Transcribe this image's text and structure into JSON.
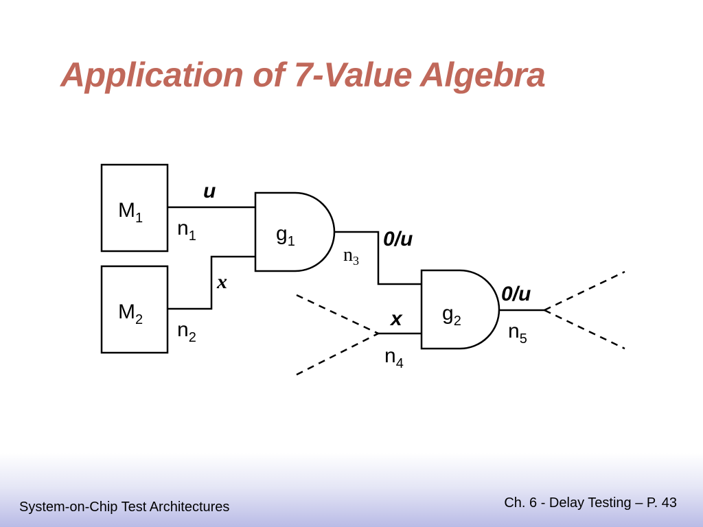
{
  "slide": {
    "title": "Application of 7-Value Algebra",
    "footer_left": "System-on-Chip Test Architectures",
    "footer_right": "Ch. 6 - Delay Testing – P. 43"
  },
  "diagram": {
    "modules": [
      {
        "base": "M",
        "sub": "1"
      },
      {
        "base": "M",
        "sub": "2"
      }
    ],
    "gates": [
      {
        "base": "g",
        "sub": "1"
      },
      {
        "base": "g",
        "sub": "2"
      }
    ],
    "nets": [
      {
        "base": "n",
        "sub": "1"
      },
      {
        "base": "n",
        "sub": "2"
      },
      {
        "base": "n",
        "sub": "3"
      },
      {
        "base": "n",
        "sub": "4"
      },
      {
        "base": "n",
        "sub": "5"
      }
    ],
    "values": {
      "n1": "u",
      "n2": "x",
      "n3": "0/u",
      "n4": "x",
      "n5": "0/u"
    }
  }
}
